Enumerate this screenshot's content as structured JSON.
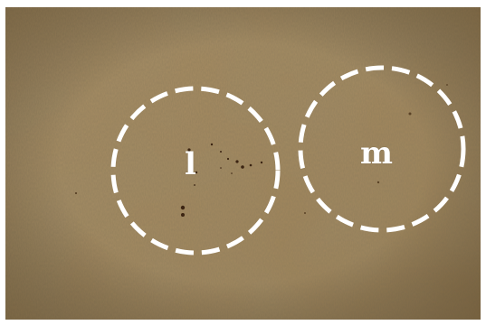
{
  "regions": [
    {
      "id": "l",
      "label": "l"
    },
    {
      "id": "m",
      "label": "m"
    }
  ],
  "colors": {
    "background": "#a2885f",
    "circle_stroke": "#ffffff",
    "label": "#ffffff"
  }
}
